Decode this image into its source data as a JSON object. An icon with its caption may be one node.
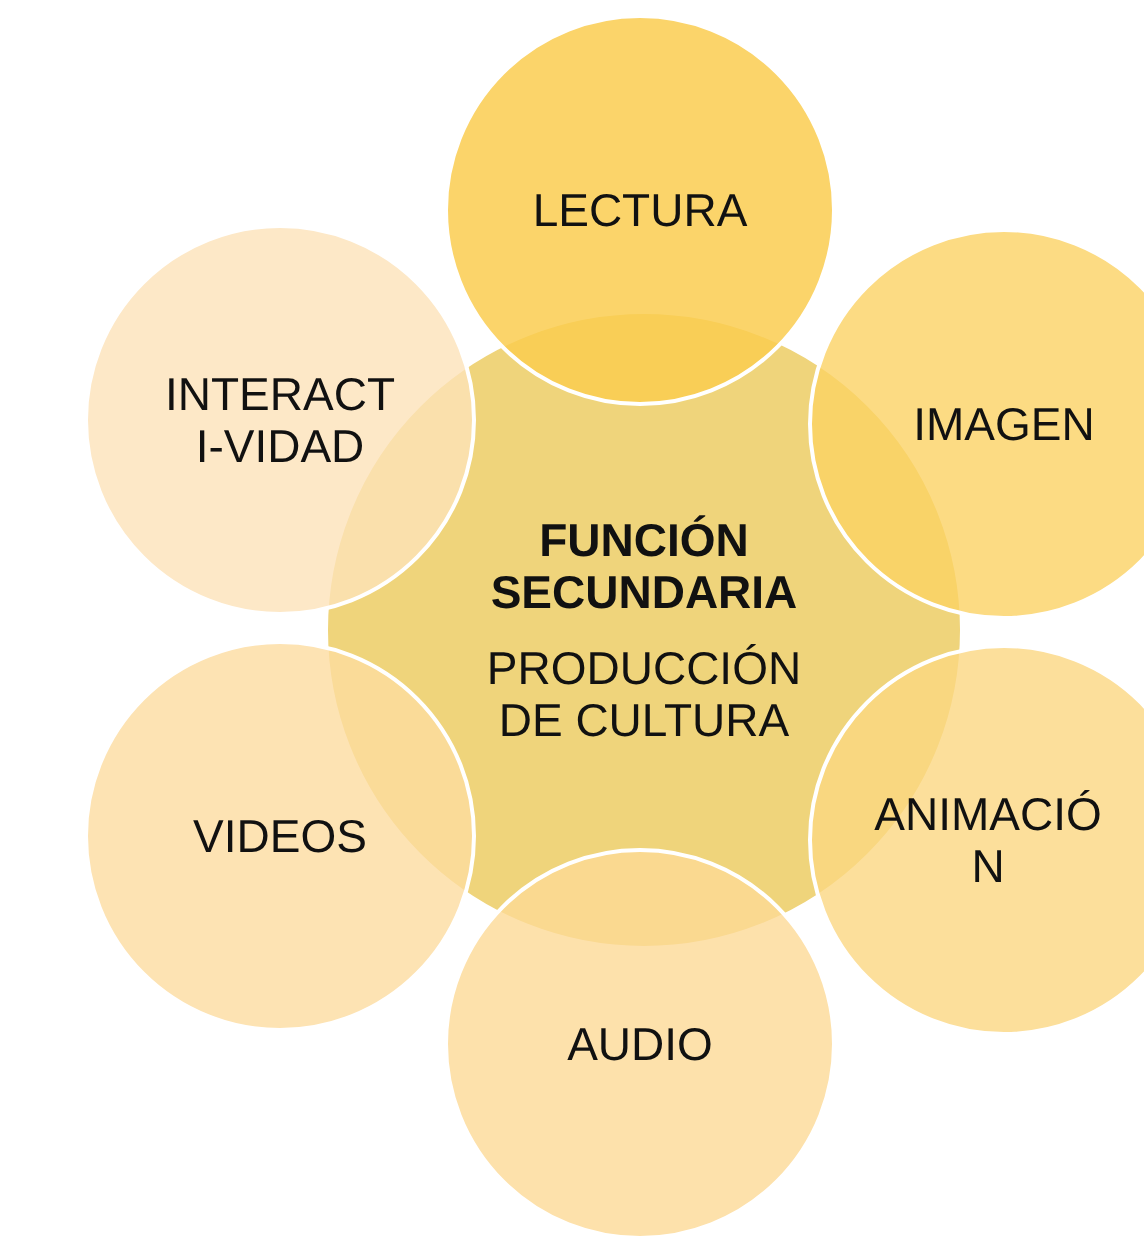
{
  "diagram": {
    "nodes": [
      {
        "text": [
          "FUNCIÓN SECUNDARIA",
          "PRODUCCIÓN DE CULTURA"
        ]
      },
      {
        "text": [
          "LECTURA"
        ]
      },
      {
        "text": [
          "INTERACT I-VIDAD"
        ]
      },
      {
        "text": [
          "IMAGEN"
        ]
      },
      {
        "text": [
          "VIDEOS"
        ]
      },
      {
        "text": [
          "ANIMACIÓ N"
        ]
      },
      {
        "text": [
          "AUDIO"
        ]
      }
    ]
  }
}
